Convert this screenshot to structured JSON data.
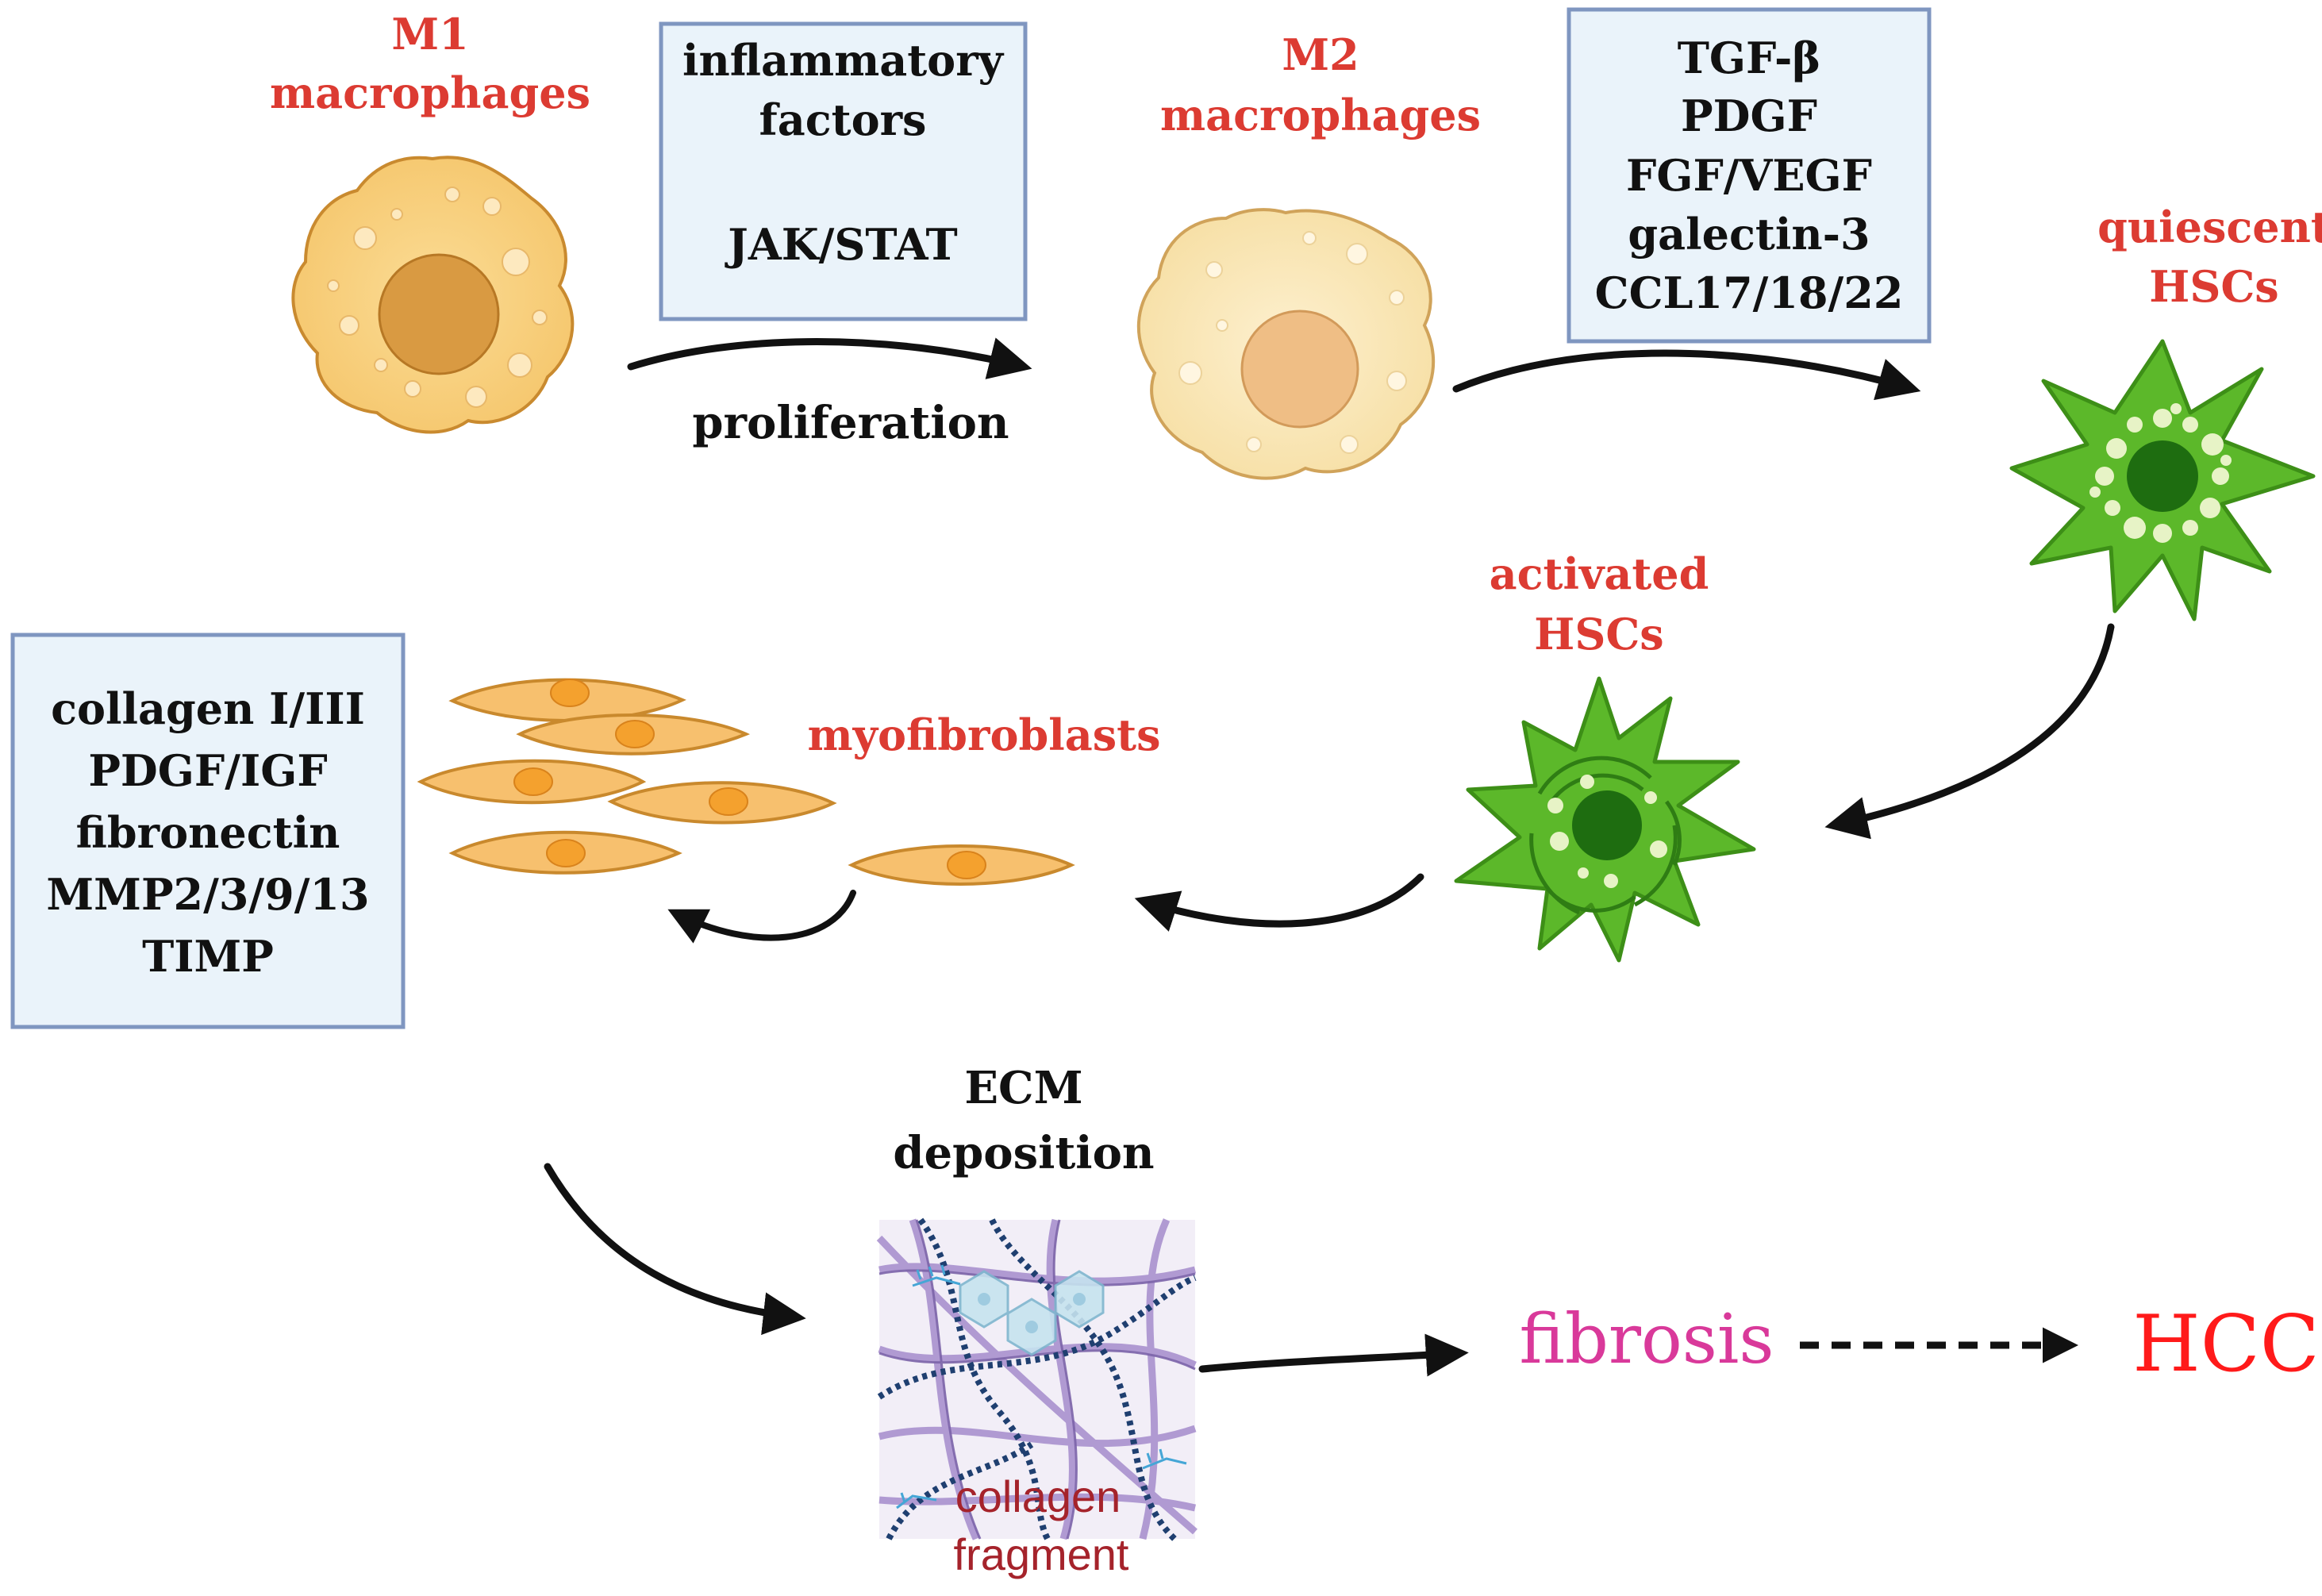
{
  "colors": {
    "cell_label": "#dc3b32",
    "fibrosis": "#d9399a",
    "hcc": "#ff1a1a",
    "box_fill": "#eaf3fa",
    "box_border": "#7f96c0",
    "macrophage_m1": "#f9d58a",
    "macrophage_m2": "#fbe7b8",
    "hsc_green": "#5cb82a",
    "myofibroblast": "#f7c06e"
  },
  "labels": {
    "m1": [
      "M1",
      "macrophages"
    ],
    "m2": [
      "M2",
      "macrophages"
    ],
    "quiescent": [
      "quiescent",
      "HSCs"
    ],
    "activated": [
      "activated",
      "HSCs"
    ],
    "myofibroblasts": "myofibroblasts",
    "proliferation": "proliferation",
    "ecm": [
      "ECM",
      "deposition"
    ],
    "collagen": [
      "collagen",
      "fragment"
    ],
    "fibrosis": "fibrosis",
    "hcc": "HCC"
  },
  "boxes": {
    "inflammatory": [
      "inflammatory",
      "factors",
      "",
      "JAK/STAT"
    ],
    "m2_factors": [
      "TGF-β",
      "PDGF",
      "FGF/VEGF",
      "galectin-3",
      "CCL17/18/22"
    ],
    "myofibroblast_factors": [
      "collagen I/III",
      "PDGF/IGF",
      "fibronectin",
      "MMP2/3/9/13",
      "TIMP"
    ]
  },
  "icons": [
    "m1-macrophage-icon",
    "m2-macrophage-icon",
    "quiescent-hsc-icon",
    "activated-hsc-icon",
    "myofibroblast-icon",
    "ecm-collagen-icon"
  ]
}
